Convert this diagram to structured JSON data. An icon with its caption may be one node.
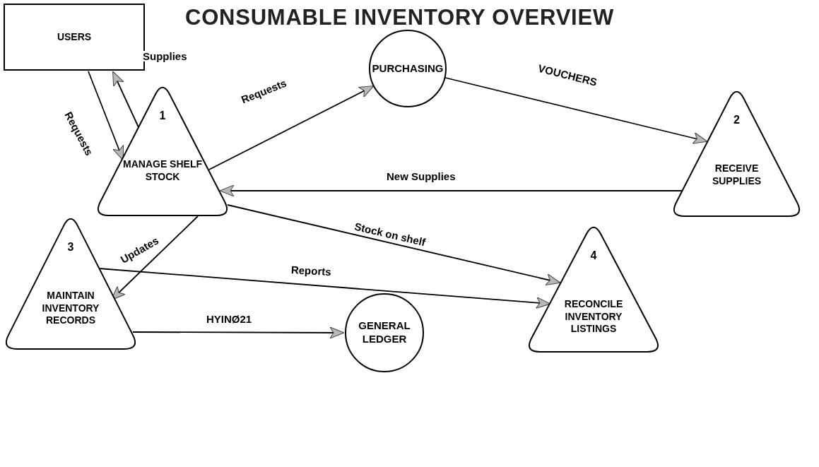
{
  "diagram": {
    "title": "CONSUMABLE INVENTORY OVERVIEW",
    "nodes": [
      {
        "text": [
          "USERS"
        ]
      },
      {
        "text": [
          "1",
          "MANAGE SHELF STOCK"
        ]
      },
      {
        "text": [
          "PURCHASING"
        ]
      },
      {
        "text": [
          "2",
          "RECEIVE SUPPLIES"
        ]
      },
      {
        "text": [
          "3",
          "MAINTAIN INVENTORY RECORDS"
        ]
      },
      {
        "text": [
          "GENERAL LEDGER"
        ]
      },
      {
        "text": [
          "4",
          "RECONCILE INVENTORY LISTINGS"
        ]
      }
    ],
    "edges": [
      {
        "from": 0,
        "to": 1,
        "label": "Requests",
        "arrow": "to"
      },
      {
        "from": 1,
        "to": 0,
        "label": "Supplies",
        "arrow": "to"
      },
      {
        "from": 1,
        "to": 2,
        "label": "Requests",
        "arrow": "to"
      },
      {
        "from": 2,
        "to": 3,
        "label": "VOUCHERS",
        "arrow": "to"
      },
      {
        "from": 3,
        "to": 1,
        "label": "New Supplies",
        "arrow": "to"
      },
      {
        "from": 1,
        "to": 4,
        "label": "Updates",
        "arrow": "to"
      },
      {
        "from": 1,
        "to": 6,
        "label": "Stock on shelf",
        "arrow": "to"
      },
      {
        "from": 4,
        "to": 6,
        "label": "Reports",
        "arrow": "to"
      },
      {
        "from": 4,
        "to": 5,
        "label": "HYINØ21",
        "arrow": "to"
      }
    ]
  }
}
